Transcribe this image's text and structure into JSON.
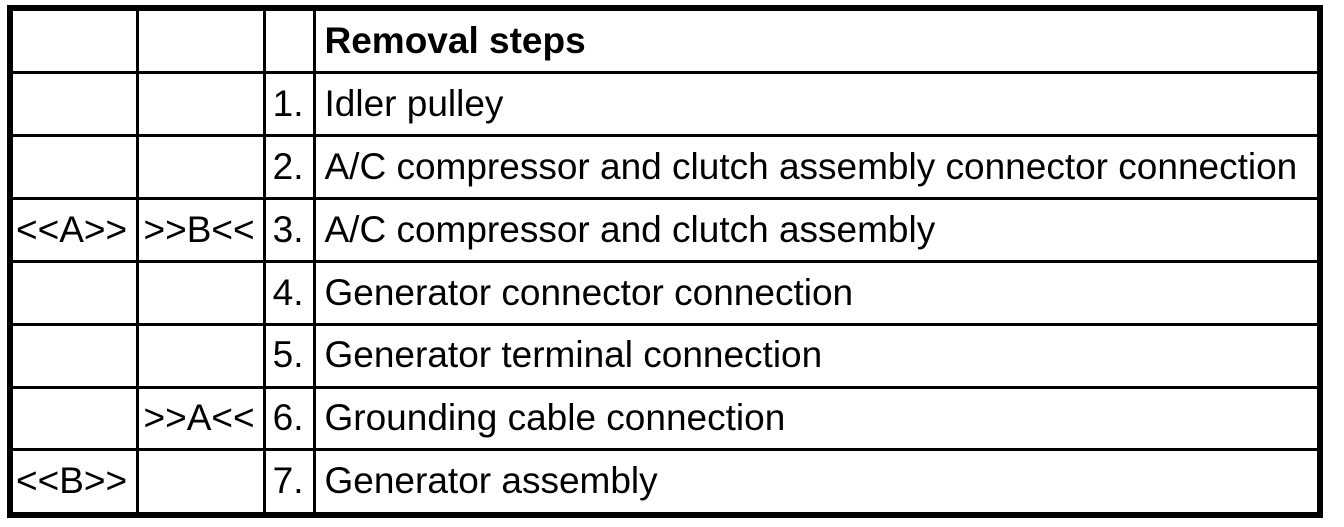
{
  "colors": {
    "border": "#000000",
    "text": "#000000",
    "background": "#ffffff"
  },
  "table": {
    "header": {
      "left_marker": "",
      "right_marker": "",
      "number": "",
      "title": "Removal steps"
    },
    "rows": [
      {
        "left_marker": "",
        "right_marker": "",
        "number": "1.",
        "description": "Idler pulley"
      },
      {
        "left_marker": "",
        "right_marker": "",
        "number": "2.",
        "description": "A/C compressor and clutch assembly connector connection"
      },
      {
        "left_marker": "<<A>>",
        "right_marker": ">>B<<",
        "number": "3.",
        "description": "A/C compressor and clutch assembly"
      },
      {
        "left_marker": "",
        "right_marker": "",
        "number": "4.",
        "description": "Generator connector connection"
      },
      {
        "left_marker": "",
        "right_marker": "",
        "number": "5.",
        "description": "Generator terminal connection"
      },
      {
        "left_marker": "",
        "right_marker": ">>A<<",
        "number": "6.",
        "description": "Grounding cable connection"
      },
      {
        "left_marker": "<<B>>",
        "right_marker": "",
        "number": "7.",
        "description": "Generator assembly"
      }
    ]
  }
}
